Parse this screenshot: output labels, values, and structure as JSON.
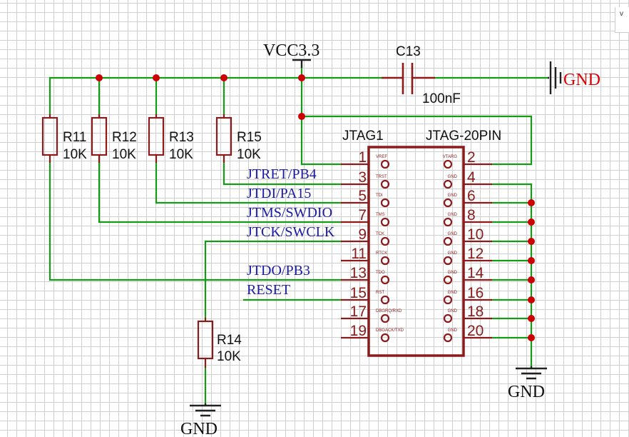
{
  "corner_label": "v",
  "power": {
    "vcc_label": "VCC3.3",
    "gnd_label": "GND"
  },
  "capacitor": {
    "ref": "C13",
    "value": "100nF"
  },
  "resistors": [
    {
      "ref": "R11",
      "value": "10K"
    },
    {
      "ref": "R12",
      "value": "10K"
    },
    {
      "ref": "R13",
      "value": "10K"
    },
    {
      "ref": "R15",
      "value": "10K"
    },
    {
      "ref": "R14",
      "value": "10K"
    }
  ],
  "connector": {
    "ref": "JTAG1",
    "part": "JTAG-20PIN",
    "left_pins": [
      {
        "num": "1",
        "name": "VREF"
      },
      {
        "num": "3",
        "name": "TRST"
      },
      {
        "num": "5",
        "name": "TDI"
      },
      {
        "num": "7",
        "name": "TMS"
      },
      {
        "num": "9",
        "name": "TCK"
      },
      {
        "num": "11",
        "name": "RTCK"
      },
      {
        "num": "13",
        "name": "TDO"
      },
      {
        "num": "15",
        "name": "RST"
      },
      {
        "num": "17",
        "name": "DBGRQ/RXD"
      },
      {
        "num": "19",
        "name": "DBGACK/TXD"
      }
    ],
    "right_pins": [
      {
        "num": "2",
        "name": "VTARG"
      },
      {
        "num": "4",
        "name": "GND"
      },
      {
        "num": "6",
        "name": "GND"
      },
      {
        "num": "8",
        "name": "GND"
      },
      {
        "num": "10",
        "name": "GND"
      },
      {
        "num": "12",
        "name": "GND"
      },
      {
        "num": "14",
        "name": "GND"
      },
      {
        "num": "16",
        "name": "GND"
      },
      {
        "num": "18",
        "name": "GND"
      },
      {
        "num": "20",
        "name": "GND"
      }
    ]
  },
  "nets": [
    "JTRET/PB4",
    "JTDI/PA15",
    "JTMS/SWDIO",
    "JTCK/SWCLK",
    "JTDO/PB3",
    "RESET"
  ],
  "colors": {
    "wire": "#169a16",
    "component": "#8b1a1a",
    "junction": "#cc0000",
    "net_label": "#1a1aa6",
    "gnd_label_top": "#e00000"
  }
}
